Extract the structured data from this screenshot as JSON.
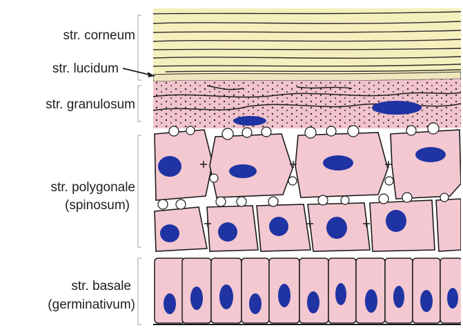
{
  "labels": {
    "corneum": "str. corneum",
    "lucidum": "str. lucidum",
    "granulosum": "str. granulosum",
    "polygonale_line1": "str. polygonale",
    "polygonale_line2": "(spinosum)",
    "basale_line1": "str. basale",
    "basale_line2": "(germinativum)"
  },
  "colors": {
    "corneum": "#f5efbe",
    "lucidum": "#efe6bd",
    "cell": "#f3c8d1",
    "granular": "#f1c3cd",
    "nucleus": "#1f33a3",
    "outline": "#1a1a1a",
    "bracket": "#bdbdbd"
  }
}
